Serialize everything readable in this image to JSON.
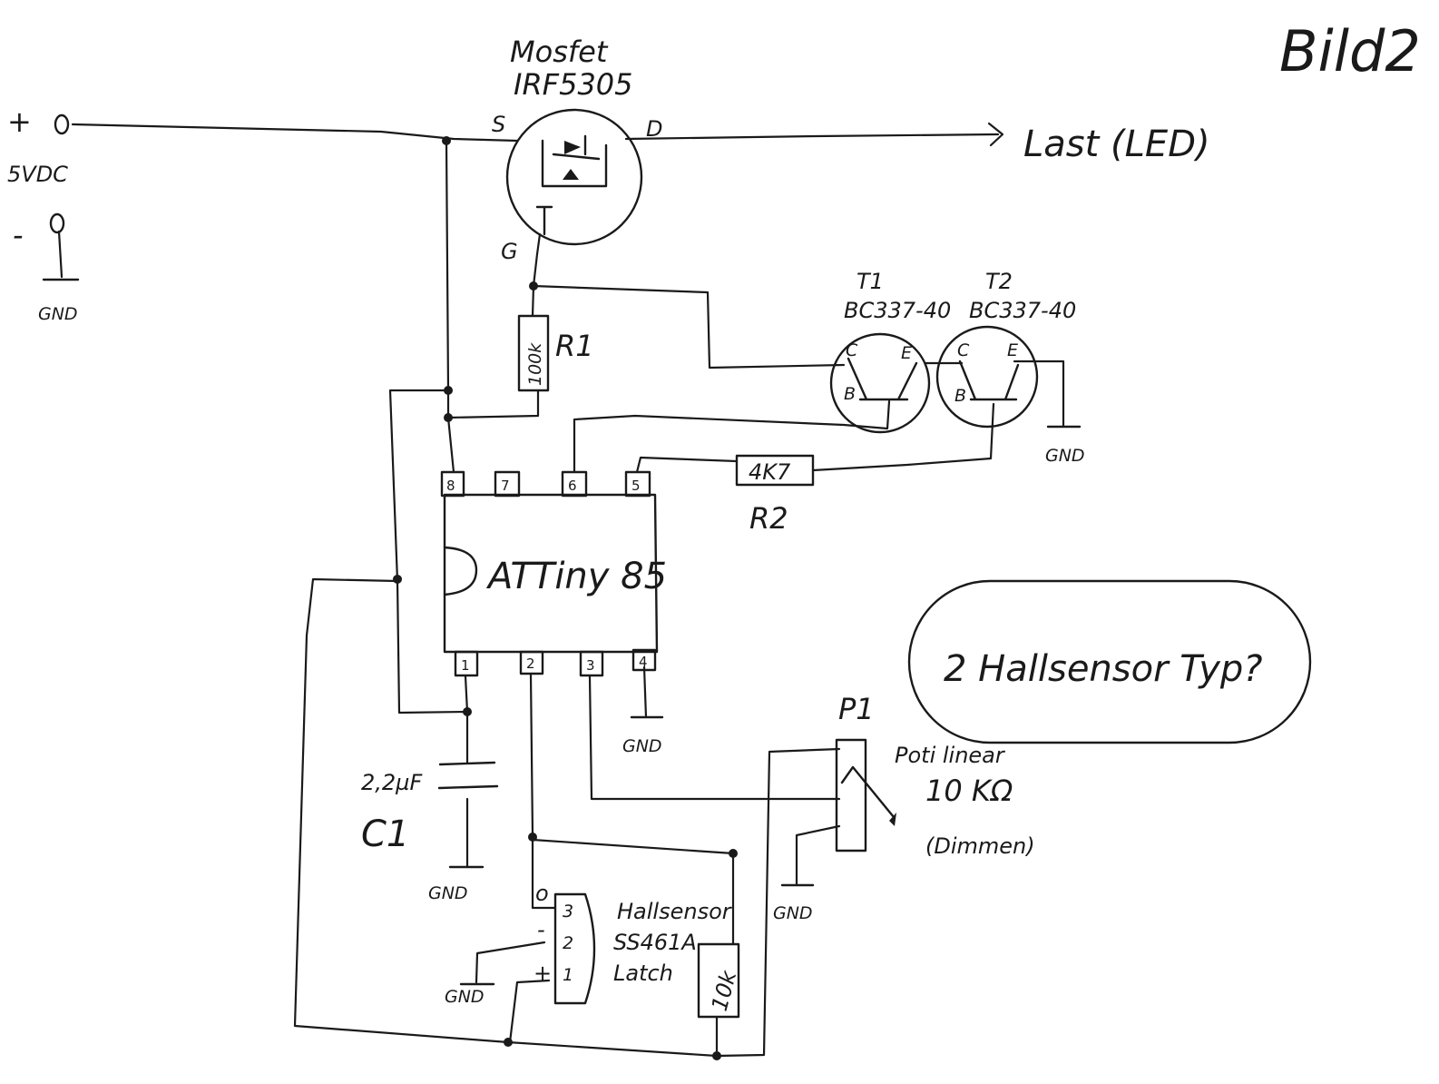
{
  "page_title": "Bild2",
  "supply": {
    "plus": "+",
    "minus": "-",
    "voltage": "5VDC",
    "gnd": "GND"
  },
  "mosfet": {
    "type": "Mosfet",
    "part": "IRF5305",
    "source": "S",
    "drain": "D",
    "gate": "G"
  },
  "load": "Last (LED)",
  "r1": {
    "label": "R1",
    "value": "100k"
  },
  "t1": {
    "name": "T1",
    "part": "BC337-40",
    "c": "C",
    "e": "E",
    "b": "B"
  },
  "t2": {
    "name": "T2",
    "part": "BC337-40",
    "c": "C",
    "e": "E",
    "b": "B"
  },
  "r2": {
    "label": "R2",
    "value": "4K7"
  },
  "ic": {
    "name": "ATTiny 85",
    "pins": [
      "8",
      "7",
      "6",
      "5",
      "1",
      "2",
      "3",
      "4"
    ]
  },
  "c1": {
    "label": "C1",
    "value": "2,2µF"
  },
  "p1": {
    "label": "P1",
    "desc1": "Poti linear",
    "desc2": "10 KΩ",
    "desc3": "(Dimmen)"
  },
  "note": "2 Hallsensor Typ?",
  "hall": {
    "line1": "Hallsensor",
    "line2": "SS461A",
    "line3": "Latch",
    "pin_o": "o",
    "pin_minus": "-",
    "pin_plus": "+",
    "pins": [
      "3",
      "2",
      "1"
    ]
  },
  "r_pullup": "10k",
  "gnd_labels": [
    "GND",
    "GND",
    "GND",
    "GND",
    "GND",
    "GND"
  ]
}
